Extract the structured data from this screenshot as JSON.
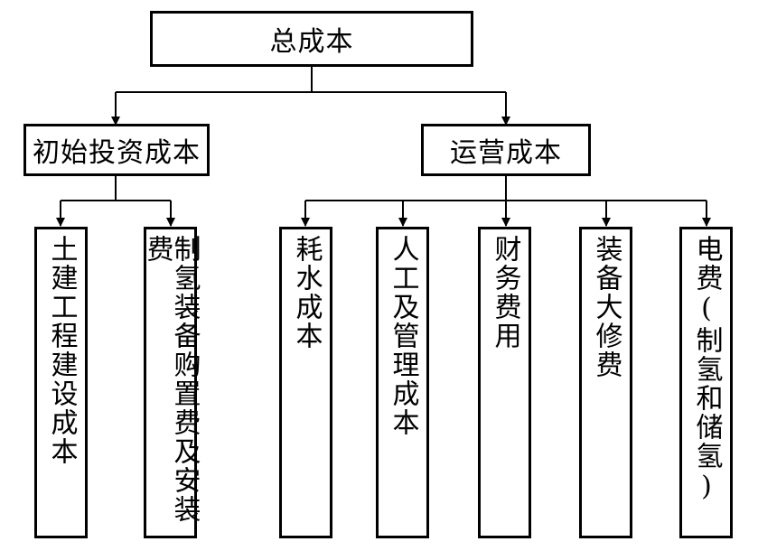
{
  "root": {
    "label": "总成本"
  },
  "level1": [
    {
      "label": "初始投资成本"
    },
    {
      "label": "运营成本"
    }
  ],
  "level2": [
    {
      "label": "土建工程建设成本"
    },
    {
      "label": "制氢装备购置费及安装费"
    },
    {
      "label": "耗水成本"
    },
    {
      "label": "人工及管理成本"
    },
    {
      "label": "财务费用"
    },
    {
      "label": "装备大修费"
    },
    {
      "label": "电费(制氢和储氢)"
    }
  ]
}
